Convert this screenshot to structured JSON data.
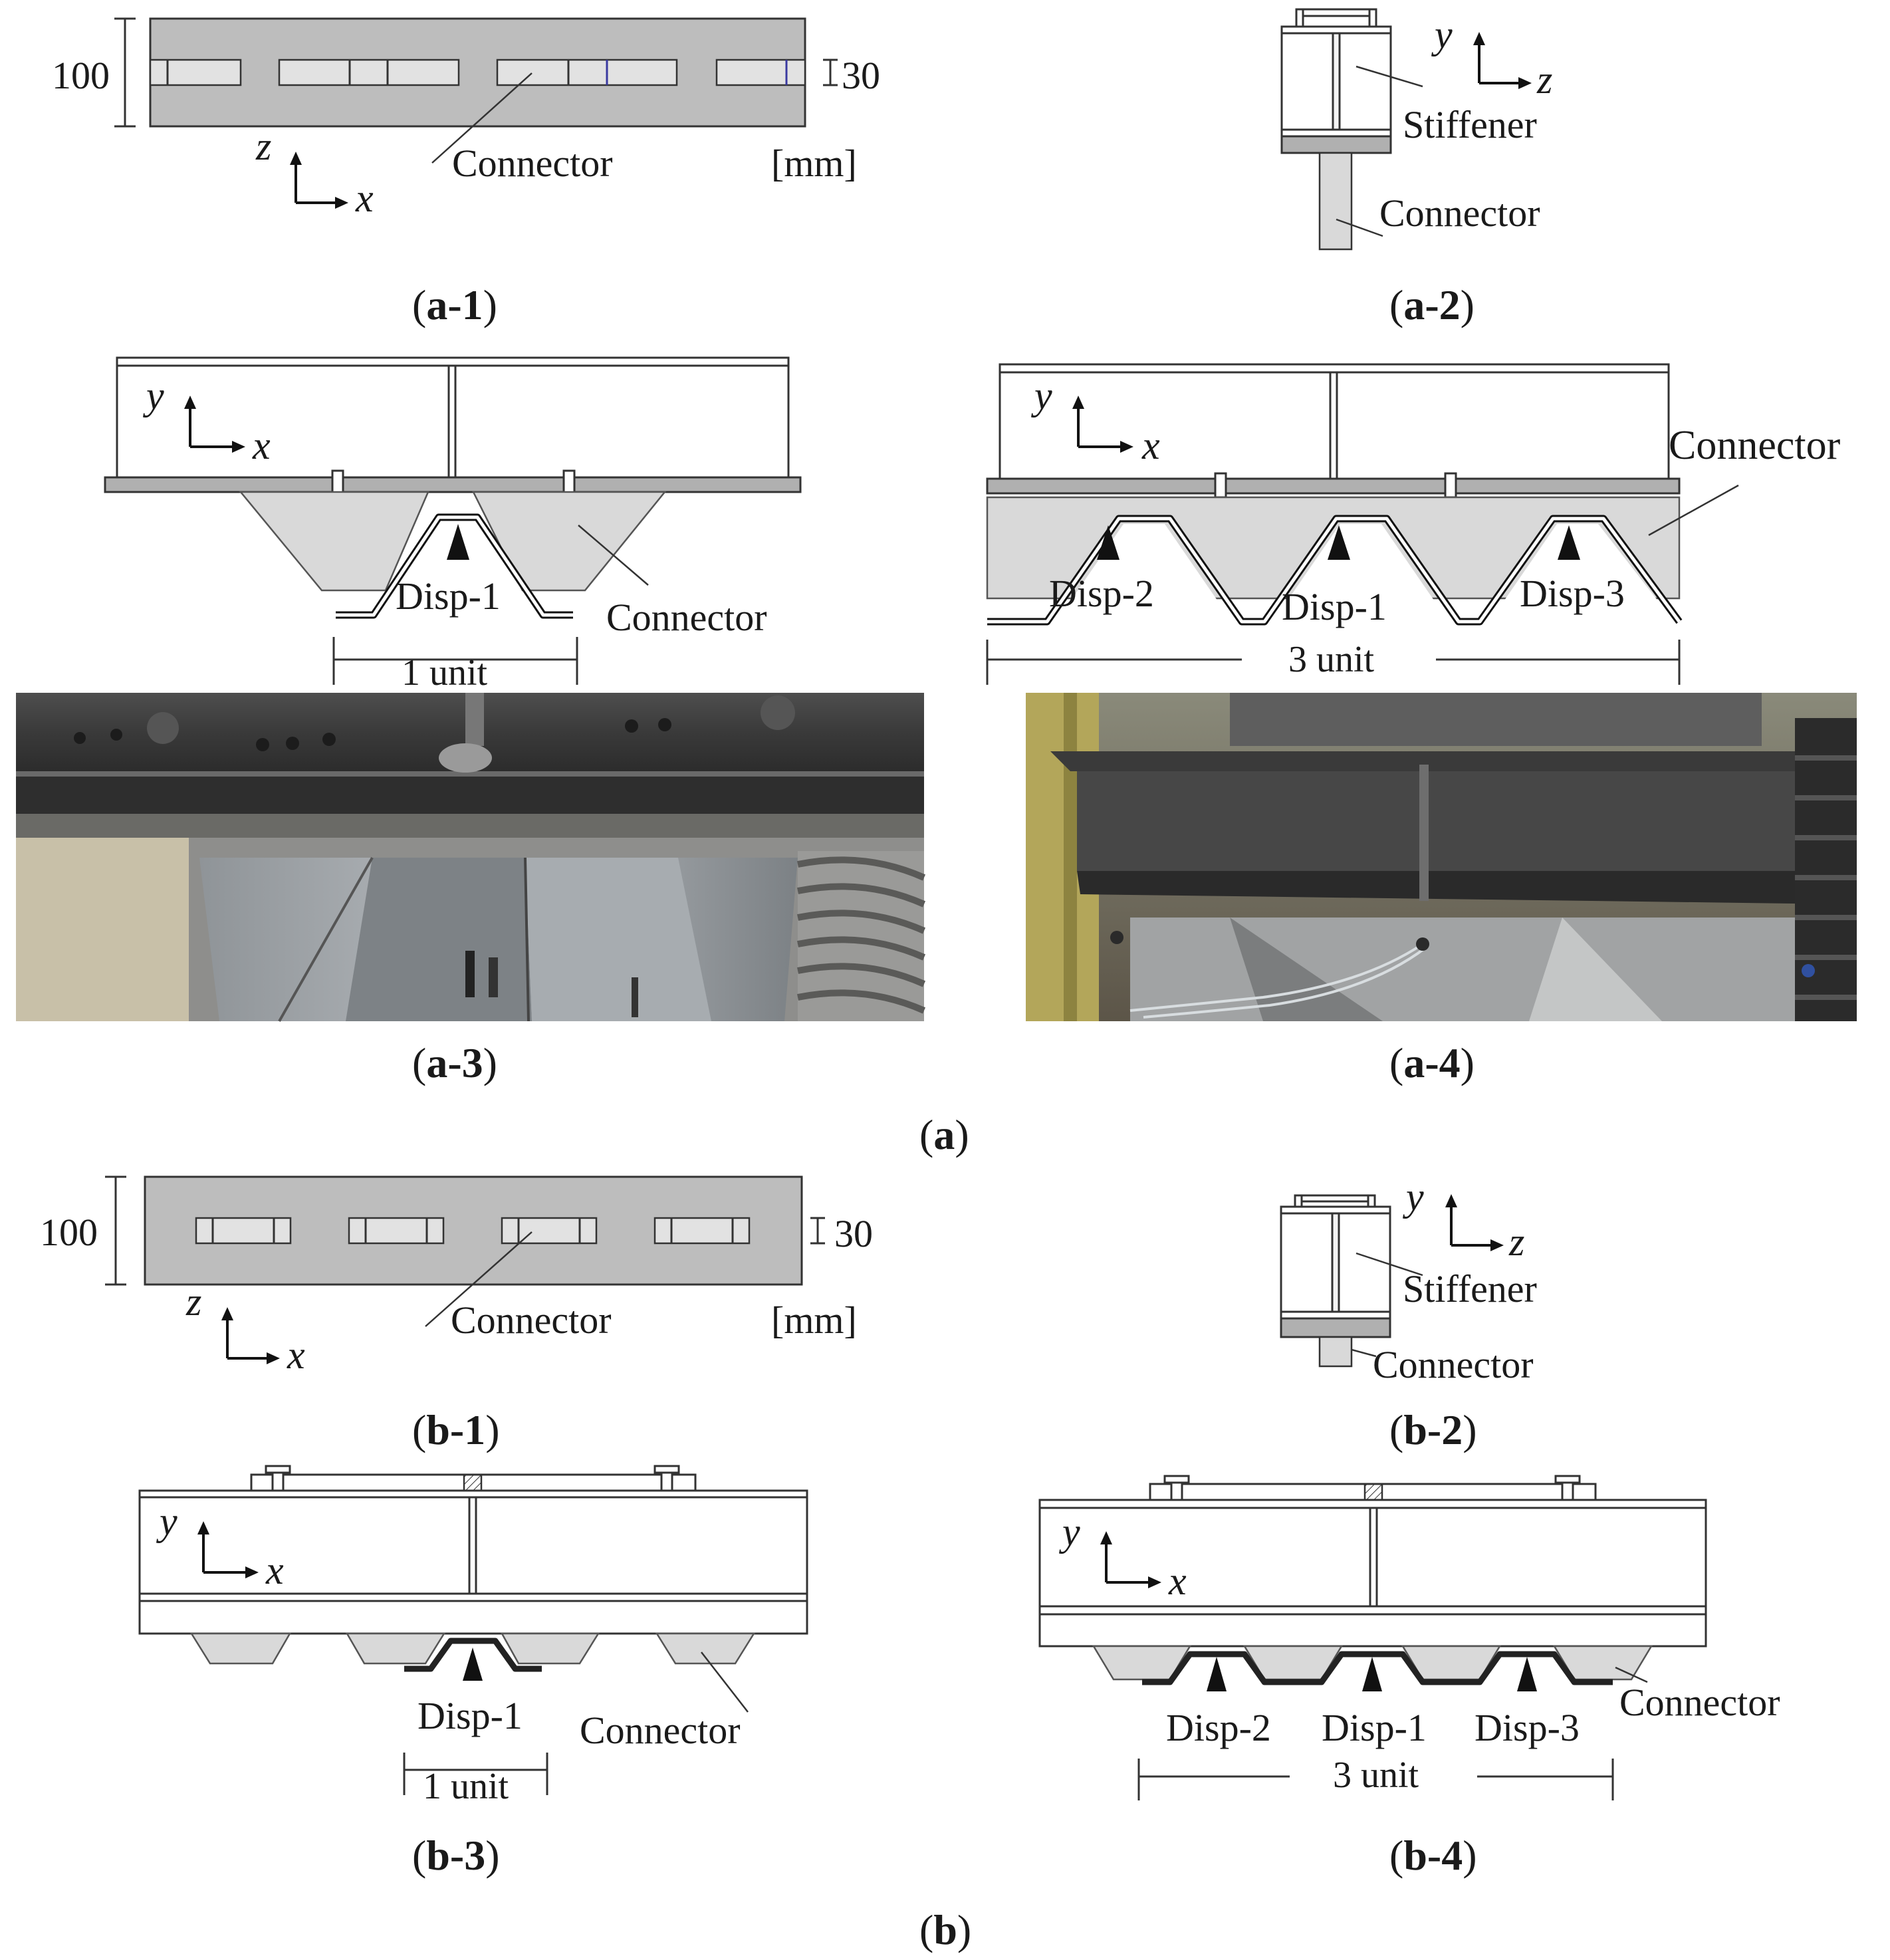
{
  "labels": {
    "dim_100": "100",
    "dim_30": "30",
    "unit_mm": "[mm]",
    "connector": "Connector",
    "stiffener": "Stiffener",
    "disp1": "Disp-1",
    "disp2": "Disp-2",
    "disp3": "Disp-3",
    "one_unit": "1 unit",
    "three_unit": "3 unit"
  },
  "axes": {
    "x": "x",
    "y": "y",
    "z": "z"
  },
  "captions": {
    "a1": "a-1",
    "a2": "a-2",
    "a3": "a-3",
    "a4": "a-4",
    "a": "a",
    "b1": "b-1",
    "b2": "b-2",
    "b3": "b-3",
    "b4": "b-4",
    "b": "b"
  },
  "colors": {
    "plate": "#bdbdbd",
    "connector": "#d9d9d9",
    "photo_metal": "#4a4a4a",
    "photo_steel": "#9a9ea2"
  }
}
